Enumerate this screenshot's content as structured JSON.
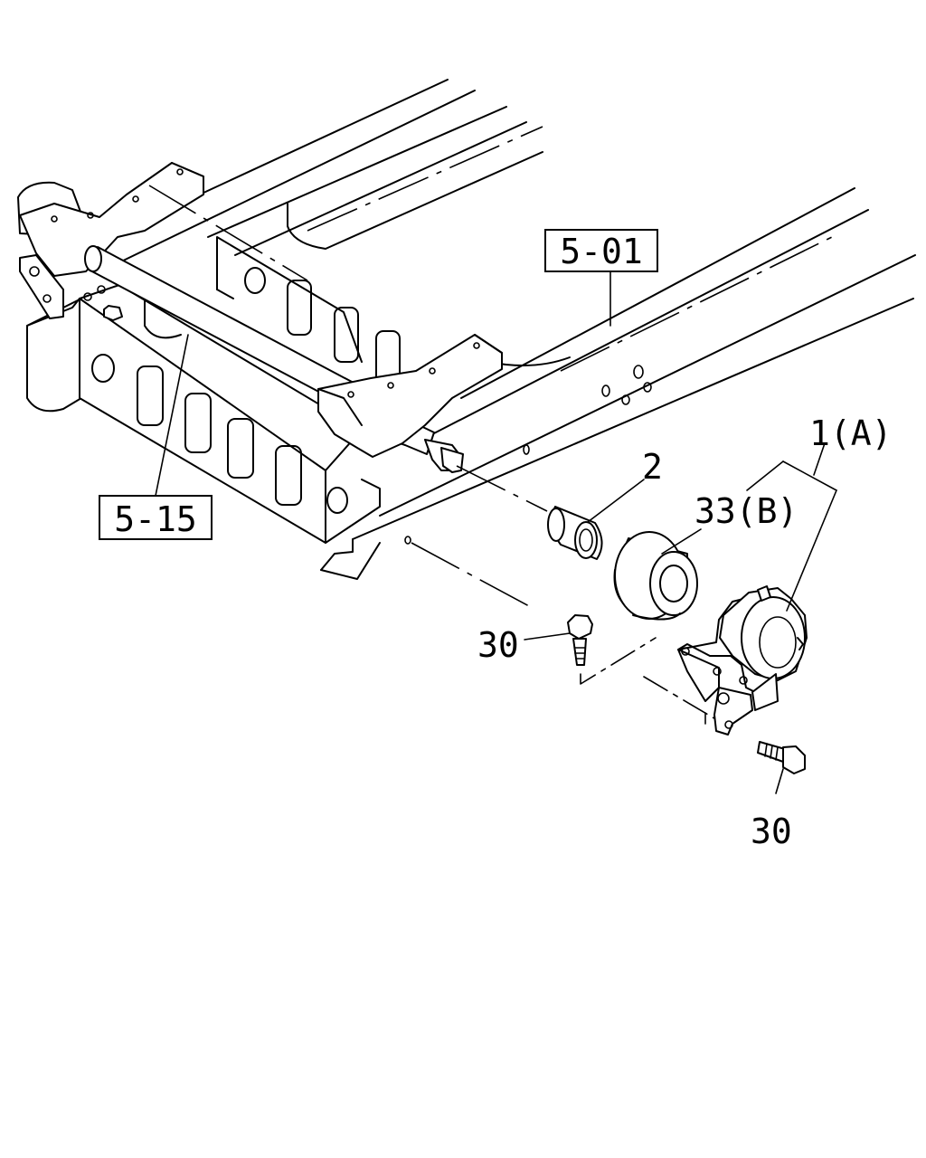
{
  "diagram": {
    "references": {
      "ref_frame": "5-01",
      "ref_crossmember": "5-15"
    },
    "callouts": {
      "part_assembly": "1(A)",
      "part_bushing": "2",
      "part_mount_rubber": "33(B)",
      "part_bolt_upper": "30",
      "part_bolt_lower": "30"
    }
  }
}
